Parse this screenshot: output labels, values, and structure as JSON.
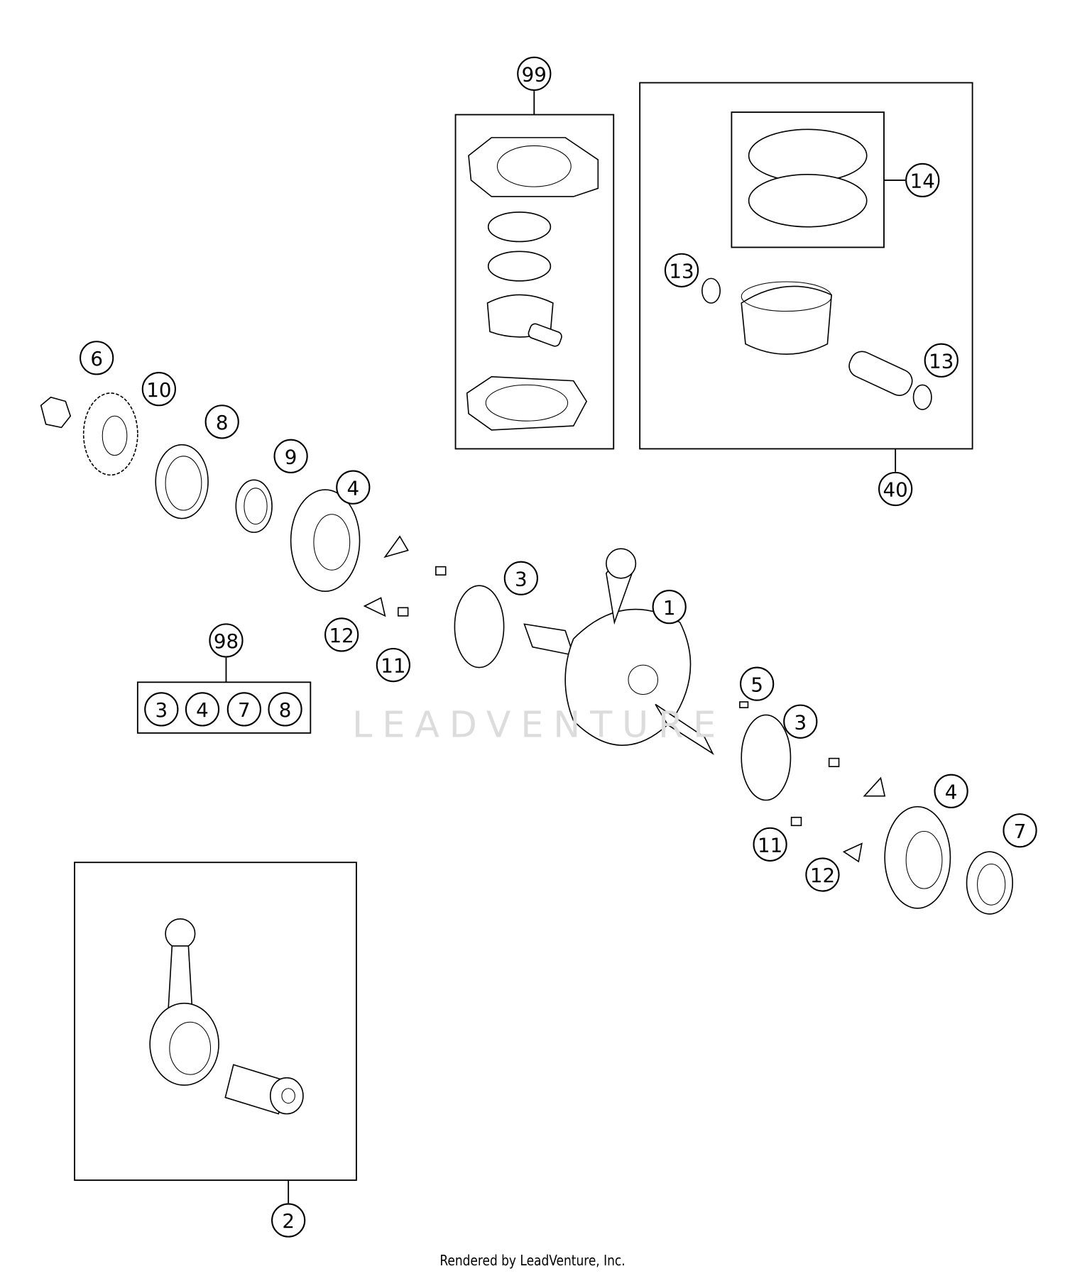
{
  "diagram": {
    "callouts": [
      "99",
      "14",
      "13",
      "13",
      "40",
      "6",
      "10",
      "8",
      "9",
      "4",
      "3",
      "1",
      "12",
      "11",
      "98",
      "3",
      "4",
      "7",
      "8",
      "5",
      "3",
      "4",
      "7",
      "11",
      "12",
      "2"
    ],
    "watermark": "LEADVENTURE"
  },
  "footer": {
    "text": "Rendered by LeadVenture, Inc."
  }
}
